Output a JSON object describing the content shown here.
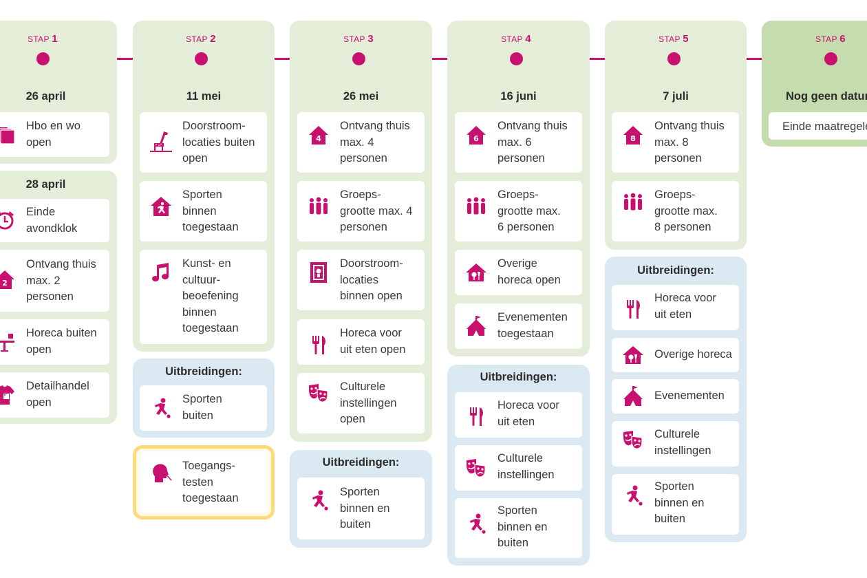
{
  "colors": {
    "accent": "#c8106e",
    "green": "#e4edd8",
    "green_step6": "#c5dcae",
    "blue": "#dbe9f3",
    "yellow_border": "#fcd97a"
  },
  "steps": [
    {
      "prefix": "STAP",
      "number": "1"
    },
    {
      "prefix": "STAP",
      "number": "2"
    },
    {
      "prefix": "STAP",
      "number": "3"
    },
    {
      "prefix": "STAP",
      "number": "4"
    },
    {
      "prefix": "STAP",
      "number": "5"
    },
    {
      "prefix": "STAP",
      "number": "6"
    }
  ],
  "step1": {
    "date_a": "26 april",
    "date_b": "28 april",
    "items": [
      {
        "icon": "books-icon",
        "text": "Hbo en wo\nopen"
      },
      {
        "icon": "alarm-clock-icon",
        "text": "Einde\navondklok"
      },
      {
        "icon": "house-2-icon",
        "badge": "2",
        "text": "Ontvang thuis\nmax. 2\npersonen"
      },
      {
        "icon": "terrace-icon",
        "text": "Horeca buiten\nopen"
      },
      {
        "icon": "shirt-icon",
        "text": "Detailhandel\nopen"
      }
    ]
  },
  "step2": {
    "date": "11 mei",
    "items": [
      {
        "icon": "giraffe-icon",
        "text": "Doorstroom-\nlocaties buiten\nopen"
      },
      {
        "icon": "sports-house-icon",
        "text": "Sporten\nbinnen\ntoegestaan"
      },
      {
        "icon": "music-note-icon",
        "text": "Kunst- en\ncultuur-\nbeoefening\nbinnen\ntoegestaan"
      }
    ],
    "ext_title": "Uitbreidingen:",
    "ext_items": [
      {
        "icon": "runner-icon",
        "text": "Sporten\nbuiten"
      }
    ],
    "test_item": {
      "icon": "test-swab-icon",
      "text": "Toegangs-\ntesten\ntoegestaan"
    }
  },
  "step3": {
    "date": "26 mei",
    "items": [
      {
        "icon": "house-4-icon",
        "badge": "4",
        "text": "Ontvang thuis\nmax. 4\npersonen"
      },
      {
        "icon": "group-icon",
        "text": "Groeps-\ngrootte max. 4\npersonen"
      },
      {
        "icon": "museum-frame-icon",
        "text": "Doorstroom-\nlocaties\nbinnen open"
      },
      {
        "icon": "fork-knife-icon",
        "text": "Horeca voor\nuit eten open"
      },
      {
        "icon": "theater-masks-icon",
        "text": "Culturele\ninstellingen\nopen"
      }
    ],
    "ext_title": "Uitbreidingen:",
    "ext_items": [
      {
        "icon": "runner-icon",
        "text": "Sporten\nbinnen en\nbuiten"
      }
    ]
  },
  "step4": {
    "date": "16 juni",
    "items": [
      {
        "icon": "house-6-icon",
        "badge": "6",
        "text": "Ontvang thuis\nmax. 6\npersonen"
      },
      {
        "icon": "group-icon",
        "text": "Groeps-\ngrootte max.\n6 personen"
      },
      {
        "icon": "horeca-house-icon",
        "text": "Overige\nhoreca open"
      },
      {
        "icon": "circus-tent-icon",
        "text": "Evenementen\ntoegestaan"
      }
    ],
    "ext_title": "Uitbreidingen:",
    "ext_items": [
      {
        "icon": "fork-knife-icon",
        "text": "Horeca voor\nuit eten"
      },
      {
        "icon": "theater-masks-icon",
        "text": "Culturele\ninstellingen"
      },
      {
        "icon": "runner-icon",
        "text": "Sporten\nbinnen en\nbuiten"
      }
    ]
  },
  "step5": {
    "date": "7 juli",
    "items": [
      {
        "icon": "house-8-icon",
        "badge": "8",
        "text": "Ontvang thuis\nmax. 8\npersonen"
      },
      {
        "icon": "group-icon",
        "text": "Groeps-\ngrootte max.\n8 personen"
      }
    ],
    "ext_title": "Uitbreidingen:",
    "ext_items": [
      {
        "icon": "fork-knife-icon",
        "text": "Horeca voor\nuit eten"
      },
      {
        "icon": "horeca-house-icon",
        "text": "Overige horeca"
      },
      {
        "icon": "circus-tent-icon",
        "text": "Evenementen"
      },
      {
        "icon": "theater-masks-icon",
        "text": "Culturele\ninstellingen"
      },
      {
        "icon": "runner-icon",
        "text": "Sporten\nbinnen en\nbuiten"
      }
    ]
  },
  "step6": {
    "date": "Nog geen datum",
    "items": [
      {
        "text": "Einde maatregelen"
      }
    ]
  }
}
